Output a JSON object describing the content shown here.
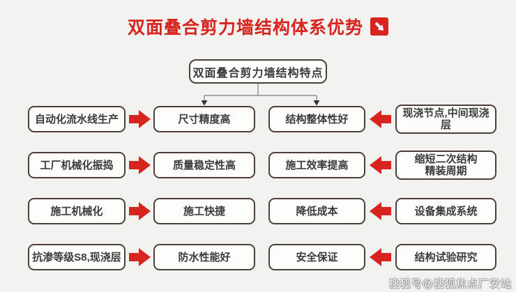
{
  "theme": {
    "accent_red": "#d8241e",
    "box_border": "#4a3f3a",
    "background": "#f2f2f1",
    "text": "#3b3b3b"
  },
  "header": {
    "title": "双面叠合剪力墙结构体系优势",
    "icon": "arrow-down-right-icon"
  },
  "flow": {
    "root_label": "双面叠合剪力墙结构特点",
    "rows": [
      {
        "left_source": "自动化流水线生产",
        "left_benefit": "尺寸精度高",
        "right_benefit": "结构整体性好",
        "right_source": "现浇节点,中间现浇层"
      },
      {
        "left_source": "工厂机械化振捣",
        "left_benefit": "质量稳定性高",
        "right_benefit": "施工效率提高",
        "right_source": "缩短二次结构\n精装周期"
      },
      {
        "left_source": "施工机械化",
        "left_benefit": "施工快捷",
        "right_benefit": "降低成本",
        "right_source": "设备集成系统"
      },
      {
        "left_source": "抗渗等级S8,现浇层",
        "left_benefit": "防水性能好",
        "right_benefit": "安全保证",
        "right_source": "结构试验研究"
      }
    ]
  },
  "watermark": {
    "text": "搜狐号@搜狐焦点厂安站"
  }
}
